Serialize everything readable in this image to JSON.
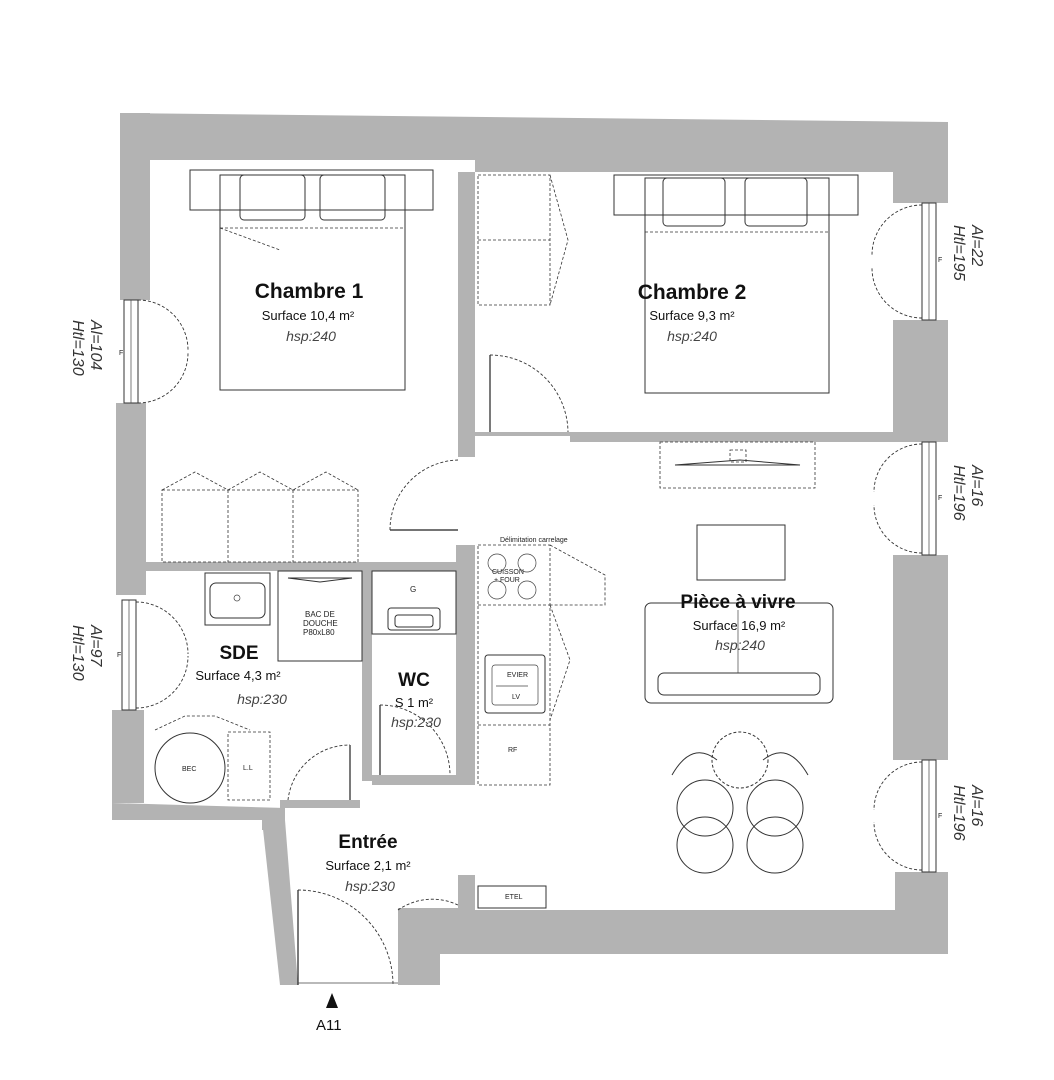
{
  "rooms": {
    "chambre1": {
      "name": "Chambre 1",
      "surface": "Surface 10,4 m²",
      "hsp": "hsp:240"
    },
    "chambre2": {
      "name": "Chambre 2",
      "surface": "Surface 9,3 m²",
      "hsp": "hsp:240"
    },
    "piece": {
      "name": "Pièce à vivre",
      "surface": "Surface 16,9 m²",
      "hsp": "hsp:240"
    },
    "sde": {
      "name": "SDE",
      "surface": "Surface 4,3 m²",
      "hsp": "hsp:230"
    },
    "wc": {
      "name": "WC",
      "surface": "S 1 m²",
      "hsp": "hsp:230"
    },
    "entree": {
      "name": "Entrée",
      "surface": "Surface 2,1 m²",
      "hsp": "hsp:230"
    }
  },
  "windows": {
    "w1": {
      "al": "Al=104",
      "htl": "Htl=130",
      "mark": "F"
    },
    "w2": {
      "al": "Al=97",
      "htl": "Htl=130",
      "mark": "F"
    },
    "w3": {
      "al": "Al=22",
      "htl": "Htl=195",
      "mark": "F"
    },
    "w4": {
      "al": "Al=16",
      "htl": "Htl=196",
      "mark": "F"
    },
    "w5": {
      "al": "Al=16",
      "htl": "Htl=196",
      "mark": "F"
    }
  },
  "fixtures": {
    "bac_line1": "BAC DE",
    "bac_line2": "DOUCHE",
    "bac_line3": "P80xL80",
    "bec": "BEC",
    "ll": "L.L",
    "g": "G",
    "cuisson_line1": "CUISSON",
    "cuisson_line2": "+ FOUR",
    "evier": "EVIER",
    "lv": "LV",
    "rf": "RF",
    "etel": "ETEL",
    "delimitation": "Délimitation carrelage"
  },
  "entrance_label": "A11"
}
